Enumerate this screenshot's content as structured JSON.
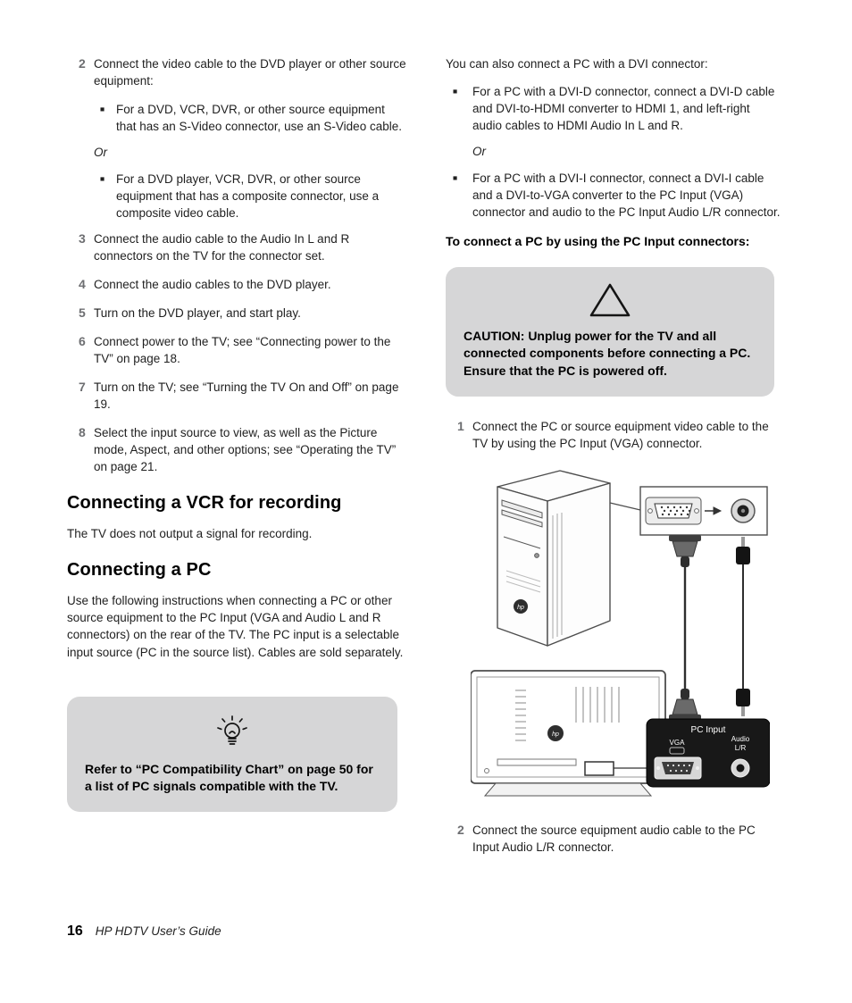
{
  "glyphs": {
    "bullet": "■"
  },
  "style": {
    "note_box_gray": "#d6d6d7",
    "step_number_gray": "#6d6e71",
    "panel_black": "#181818",
    "text_color": "#1f1f1f"
  },
  "icons": {
    "tip": "lightbulb-icon",
    "caution": "warning-triangle-icon",
    "list_marker": "square-bullet-icon"
  },
  "left": {
    "step2": {
      "num": "2",
      "text": "Connect the video cable to the DVD player or other source equipment:"
    },
    "step2_sub": {
      "bullet1": "For a DVD, VCR, DVR, or other source equipment that has an S-Video connector, use an S-Video cable.",
      "or": "Or",
      "bullet2": "For a DVD player, VCR, DVR, or other source equipment that has a composite connector, use a composite video cable."
    },
    "steps": [
      {
        "num": "3",
        "text": "Connect the audio cable to the Audio In L and R connectors on the TV for the connector set."
      },
      {
        "num": "4",
        "text": "Connect the audio cables to the DVD player."
      },
      {
        "num": "5",
        "text": "Turn on the DVD player, and start play."
      },
      {
        "num": "6",
        "text": "Connect power to the TV; see “Connecting power to the TV” on page 18."
      },
      {
        "num": "7",
        "text": "Turn on the TV; see “Turning the TV On and Off” on page 19."
      },
      {
        "num": "8",
        "text": "Select the input source to view, as well as the Picture mode, Aspect, and other options; see “Operating the TV” on page 21."
      }
    ],
    "vcr_heading": "Connecting a VCR for recording",
    "vcr_para": "The TV does not output a signal for recording.",
    "pc_heading": "Connecting a PC",
    "pc_para": "Use the following instructions when connecting a PC or other source equipment to the PC Input (VGA and Audio L and R connectors) on the rear of the TV. The PC input is a selectable input source (PC in the source list). Cables are sold separately.",
    "tip_text": "Refer to “PC Compatibility Chart” on page 50 for a list of PC signals compatible with the TV."
  },
  "right": {
    "intro": "You can also connect a PC with a DVI connector:",
    "bullets": {
      "dvid": "For a PC with a DVI-D connector, connect a DVI-D cable and DVI-to-HDMI converter to HDMI 1, and left-right audio cables to HDMI Audio In L and R.",
      "or": "Or",
      "dvii": "For a PC with a DVI-I connector, connect a DVI-I cable and a DVI-to-VGA converter to the PC Input (VGA) connector and audio to the PC Input Audio L/R connector."
    },
    "subheading": "To connect a PC by using the PC Input connectors:",
    "caution": "CAUTION: Unplug power for the TV and all connected components before connecting a PC. Ensure that the PC is powered off.",
    "step1": {
      "num": "1",
      "text": "Connect the PC or source equipment video cable to the TV by using the PC Input (VGA) connector."
    },
    "step2": {
      "num": "2",
      "text": "Connect the source equipment audio cable to the PC Input Audio L/R connector."
    },
    "diagram": {
      "panel_title": "PC Input",
      "vga_label": "VGA",
      "audio_label_line1": "Audio",
      "audio_label_line2": "L/R",
      "pc_logo": "hp",
      "tv_logo": "hp"
    }
  },
  "footer": {
    "page_number": "16",
    "guide_title": "HP HDTV User’s Guide"
  }
}
